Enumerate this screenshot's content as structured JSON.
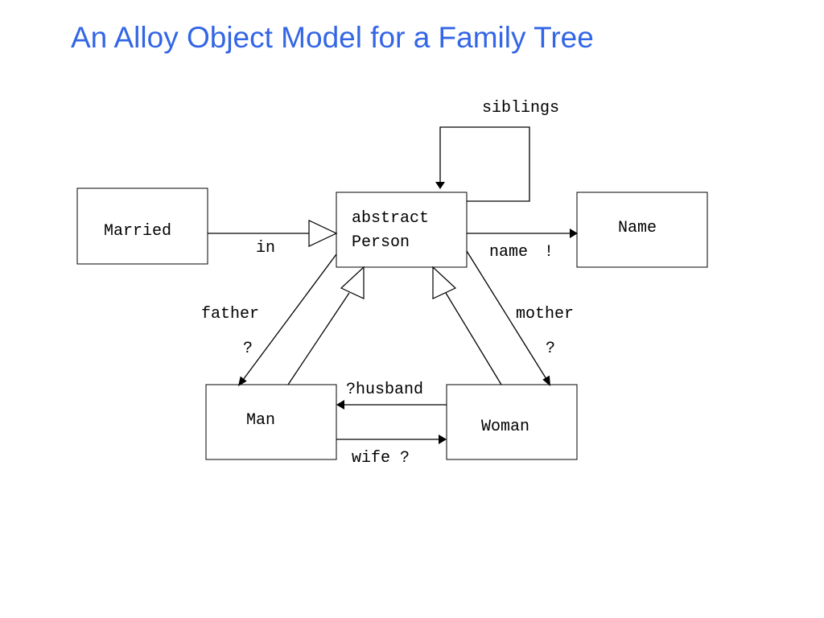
{
  "title": "An Alloy Object Model for a Family Tree",
  "colors": {
    "title": "#3366e6",
    "lines": "#000000",
    "background": "#ffffff"
  },
  "boxes": {
    "person": {
      "line1": "abstract",
      "line2": "Person"
    },
    "married": "Married",
    "name": "Name",
    "man": "Man",
    "woman": "Woman"
  },
  "relations": {
    "siblings": "siblings",
    "in": "in",
    "name": "name",
    "name_mult": "!",
    "father": "father",
    "father_mult": "?",
    "mother": "mother",
    "mother_mult": "?",
    "husband": "?husband",
    "wife": "wife ?"
  }
}
